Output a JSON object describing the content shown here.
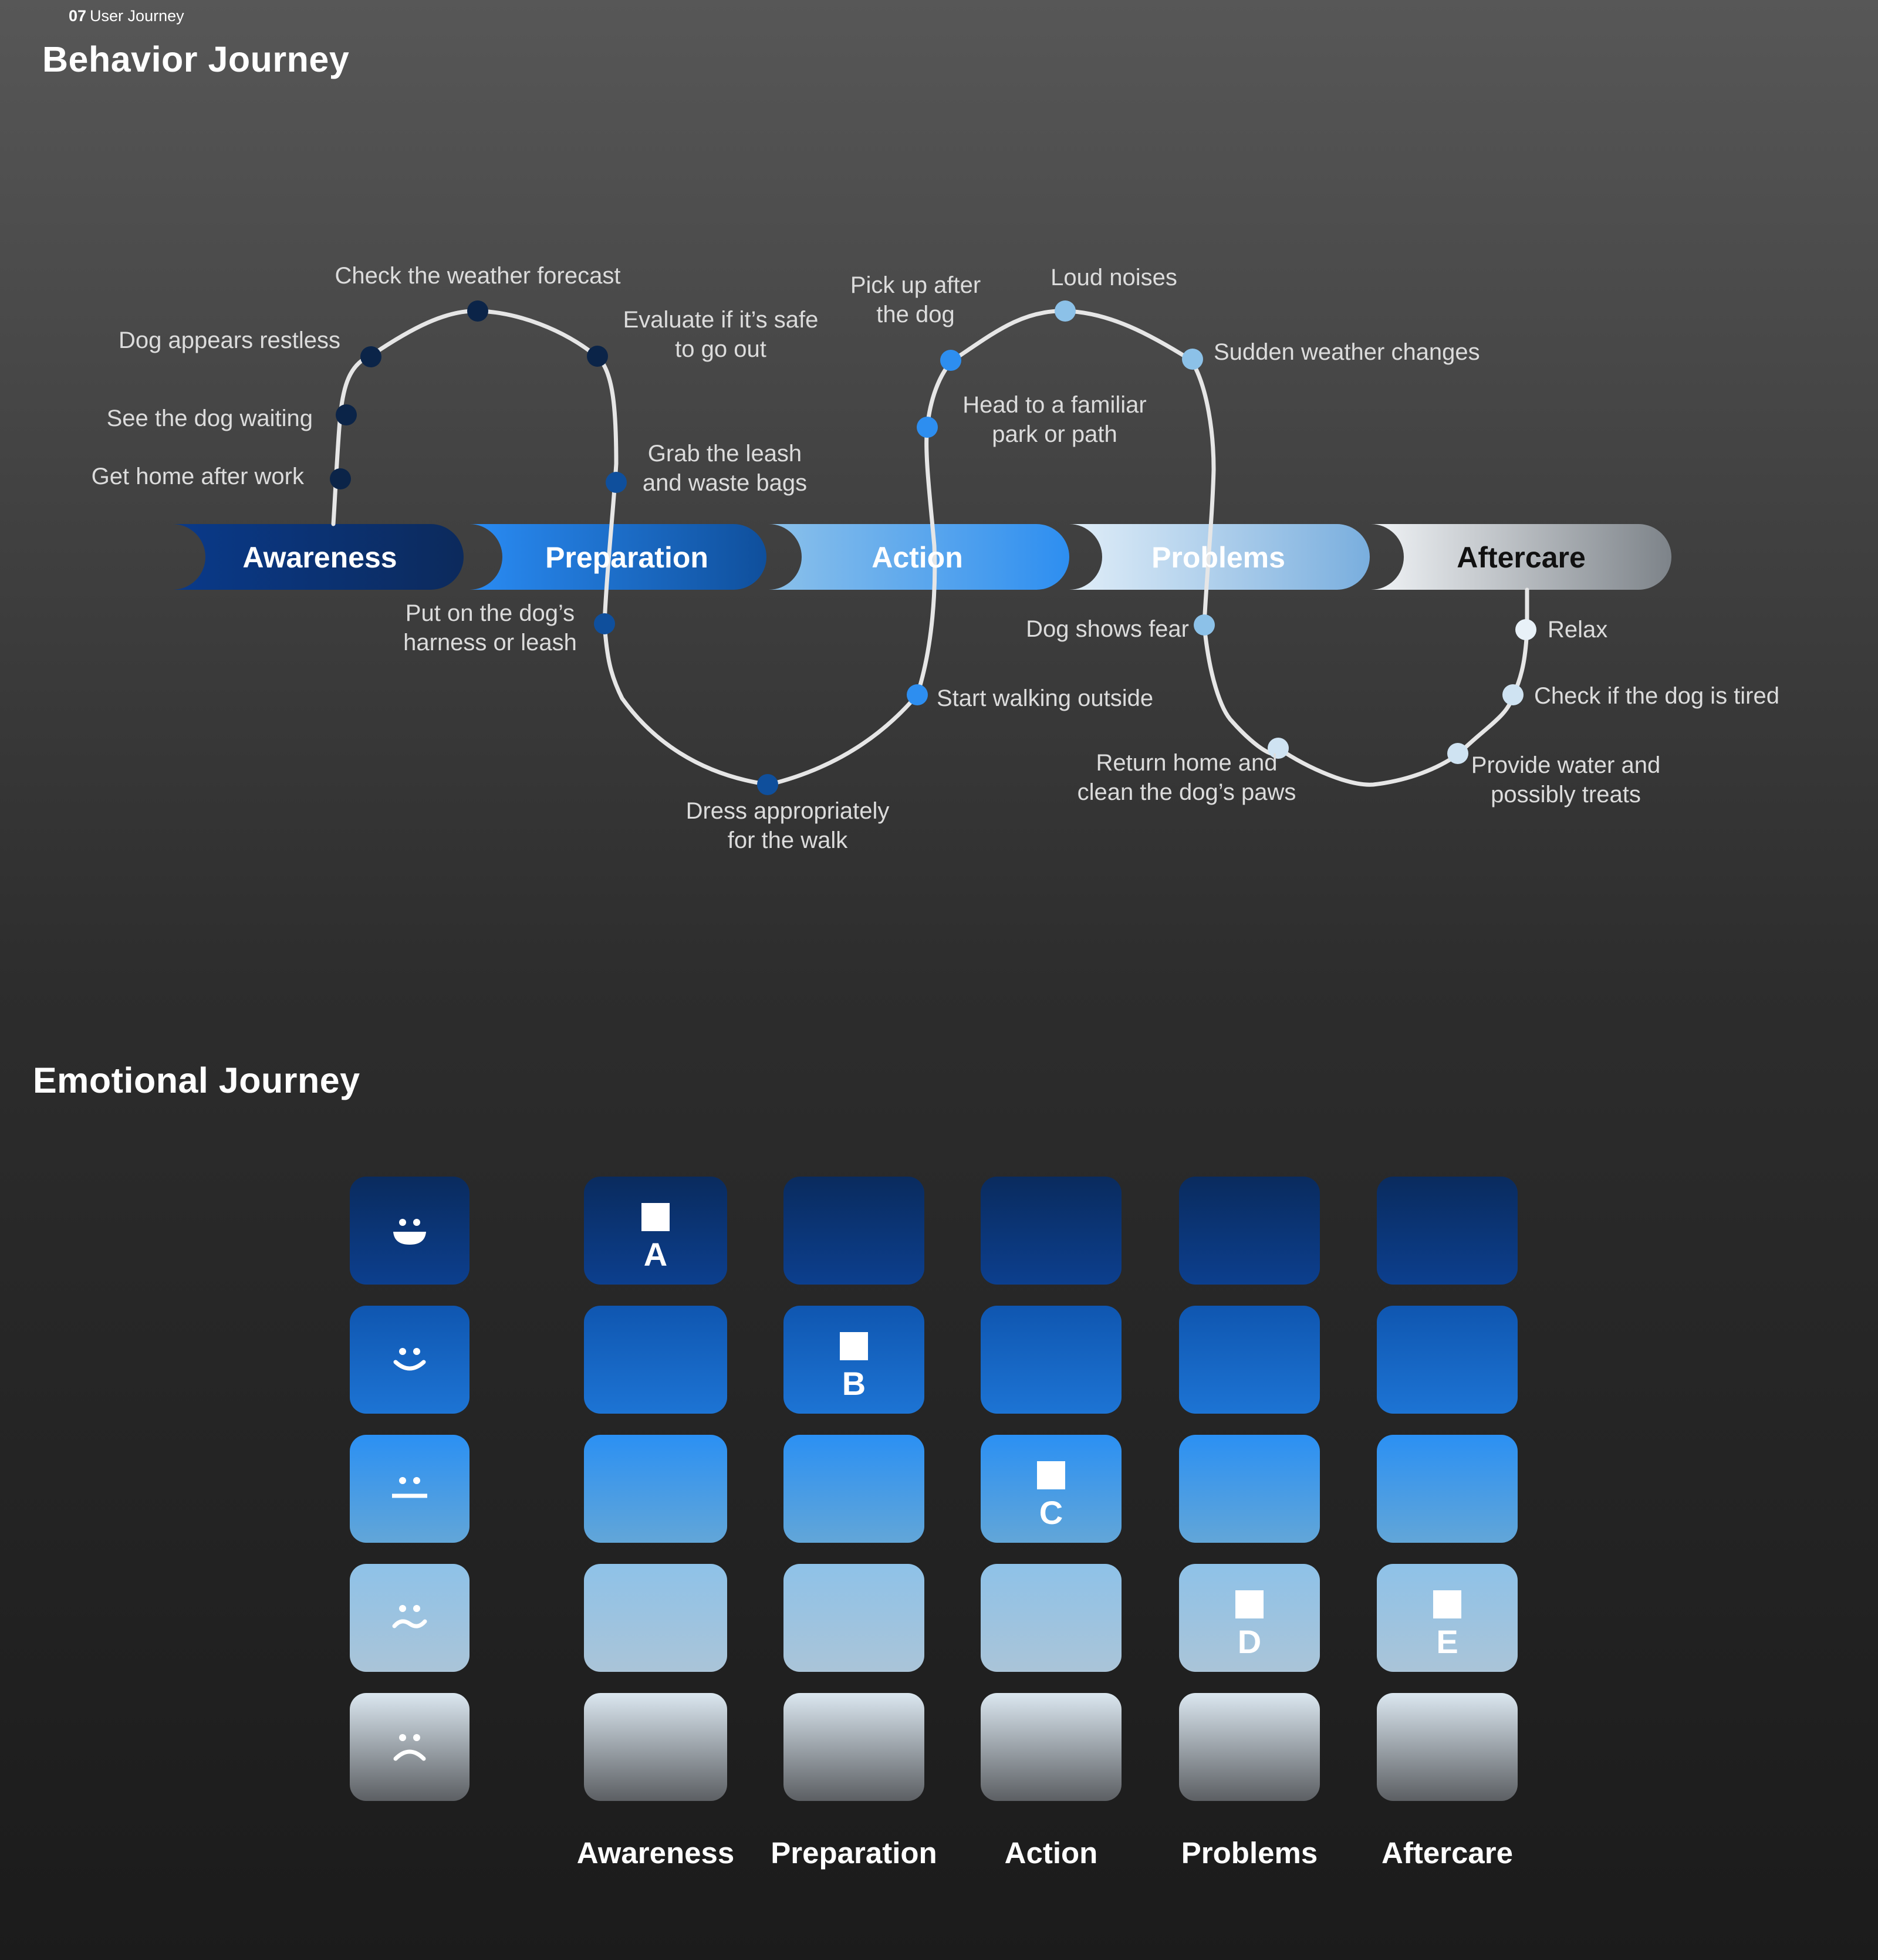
{
  "header": {
    "section_number": "07",
    "section_name": "User Journey",
    "behavior_title": "Behavior Journey",
    "emotional_title": "Emotional Journey"
  },
  "stages": [
    {
      "label": "Awareness",
      "text_color": "#ffffff"
    },
    {
      "label": "Preparation",
      "text_color": "#ffffff"
    },
    {
      "label": "Action",
      "text_color": "#ffffff"
    },
    {
      "label": "Problems",
      "text_color": "#ffffff"
    },
    {
      "label": "Aftercare",
      "text_color": "#111111"
    }
  ],
  "steps": [
    {
      "stage": "Awareness",
      "lines": [
        "Get home after work"
      ],
      "color": "#0b2448"
    },
    {
      "stage": "Awareness",
      "lines": [
        "See the dog waiting"
      ],
      "color": "#0b2448"
    },
    {
      "stage": "Awareness",
      "lines": [
        "Dog appears restless"
      ],
      "color": "#0b2448"
    },
    {
      "stage": "Awareness",
      "lines": [
        "Check the weather forecast"
      ],
      "color": "#0b2448"
    },
    {
      "stage": "Preparation",
      "lines": [
        "Evaluate if it’s safe",
        "to go out"
      ],
      "color": "#0b2448"
    },
    {
      "stage": "Preparation",
      "lines": [
        "Grab the leash",
        "and waste bags"
      ],
      "color": "#0f4f9c"
    },
    {
      "stage": "Preparation",
      "lines": [
        "Put on the dog’s",
        "harness or leash"
      ],
      "color": "#0f4f9c"
    },
    {
      "stage": "Preparation",
      "lines": [
        "Dress appropriately",
        "for the walk"
      ],
      "color": "#0f4f9c"
    },
    {
      "stage": "Action",
      "lines": [
        "Start walking outside"
      ],
      "color": "#2d8ef0"
    },
    {
      "stage": "Action",
      "lines": [
        "Head to a familiar",
        "park or path"
      ],
      "color": "#2d8ef0"
    },
    {
      "stage": "Action",
      "lines": [
        "Pick up after",
        "the dog"
      ],
      "color": "#2d8ef0"
    },
    {
      "stage": "Problems",
      "lines": [
        "Loud noises"
      ],
      "color": "#8cc1e8"
    },
    {
      "stage": "Problems",
      "lines": [
        "Sudden weather changes"
      ],
      "color": "#8cc1e8"
    },
    {
      "stage": "Problems",
      "lines": [
        "Dog shows fear"
      ],
      "color": "#8cc1e8"
    },
    {
      "stage": "Problems",
      "lines": [
        "Return home and",
        "clean the dog’s paws"
      ],
      "color": "#cfe3f2"
    },
    {
      "stage": "Aftercare",
      "lines": [
        "Provide water and",
        "possibly treats"
      ],
      "color": "#cfe3f2"
    },
    {
      "stage": "Aftercare",
      "lines": [
        "Check if the dog is tired"
      ],
      "color": "#cfe3f2"
    },
    {
      "stage": "Aftercare",
      "lines": [
        "Relax"
      ],
      "color": "#e8f1f8"
    }
  ],
  "emotion_rows": [
    {
      "icon": "laughing-face-icon",
      "level": 5
    },
    {
      "icon": "smiling-face-icon",
      "level": 4
    },
    {
      "icon": "neutral-face-icon",
      "level": 3
    },
    {
      "icon": "uneasy-face-icon",
      "level": 2
    },
    {
      "icon": "sad-face-icon",
      "level": 1
    }
  ],
  "emotions": [
    {
      "stage": "Awareness",
      "marker": "A",
      "level": 5
    },
    {
      "stage": "Preparation",
      "marker": "B",
      "level": 4
    },
    {
      "stage": "Action",
      "marker": "C",
      "level": 3
    },
    {
      "stage": "Problems",
      "marker": "D",
      "level": 2
    },
    {
      "stage": "Aftercare",
      "marker": "E",
      "level": 2
    }
  ],
  "colors": {
    "stage_awareness": "#0a3a8a",
    "stage_preparation": "#1f7be8",
    "stage_action": "#5eaaf0",
    "stage_problems": "#a8cdee",
    "stage_aftercare": "#d9e2ea",
    "path_stroke": "#e6e6e6"
  }
}
